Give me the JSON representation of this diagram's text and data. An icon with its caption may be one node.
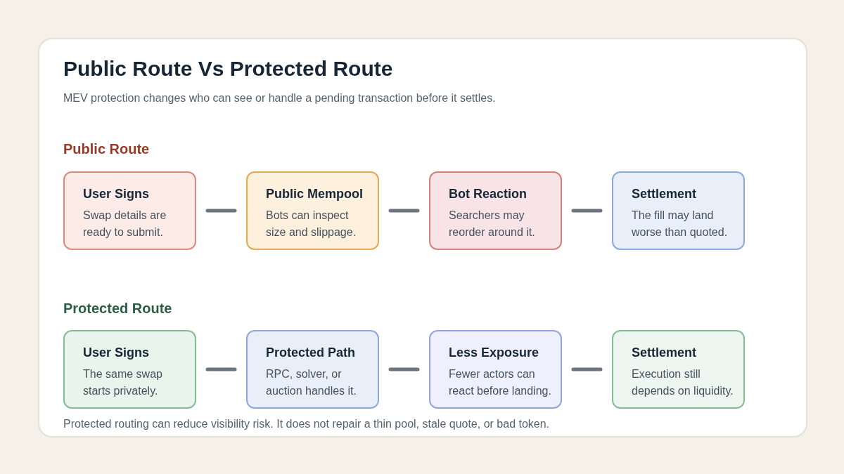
{
  "diagram": {
    "title": "Public Route Vs Protected Route",
    "nodes": [
      {
        "text": [
          "User Signs",
          "Swap details are ready to submit."
        ]
      },
      {
        "text": [
          "Public Mempool",
          "Bots can inspect size and slippage."
        ]
      },
      {
        "text": [
          "Bot Reaction",
          "Searchers may reorder around it."
        ]
      },
      {
        "text": [
          "Settlement",
          "The fill may land worse than quoted."
        ]
      },
      {
        "text": [
          "User Signs",
          "The same swap starts privately."
        ]
      },
      {
        "text": [
          "Protected Path",
          "RPC, solver, or auction handles it."
        ]
      },
      {
        "text": [
          "Less Exposure",
          "Fewer actors can react before landing."
        ]
      },
      {
        "text": [
          "Settlement",
          "Execution still depends on liquidity."
        ]
      }
    ],
    "edges": [
      {
        "from": 0,
        "to": 1,
        "arrow": "none"
      },
      {
        "from": 1,
        "to": 2,
        "arrow": "none"
      },
      {
        "from": 2,
        "to": 3,
        "arrow": "none"
      },
      {
        "from": 4,
        "to": 5,
        "arrow": "none"
      },
      {
        "from": 5,
        "to": 6,
        "arrow": "none"
      },
      {
        "from": 6,
        "to": 7,
        "arrow": "none"
      }
    ],
    "labels": [
      "MEV protection changes who can see or handle a pending transaction before it settles.",
      "Public Route",
      "Protected Route",
      "Protected routing can reduce visibility risk. It does not repair a thin pool, stale quote, or bad token."
    ]
  }
}
